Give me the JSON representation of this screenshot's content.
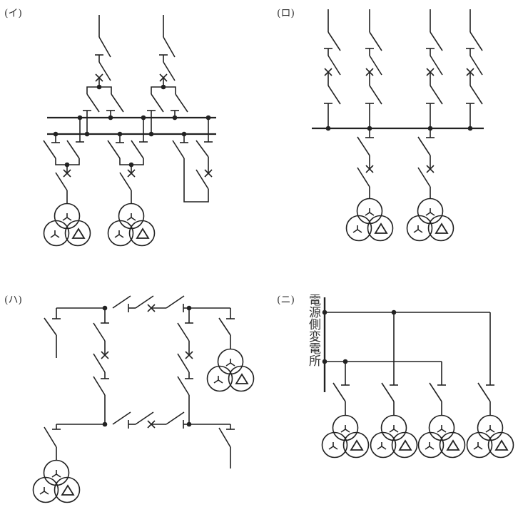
{
  "labels": {
    "i": "(イ)",
    "ro": "(ロ)",
    "ha": "(ハ)",
    "ni": "(ニ)"
  },
  "ni_source_label": "電源側変電所",
  "colors": {
    "line": "#222222"
  }
}
